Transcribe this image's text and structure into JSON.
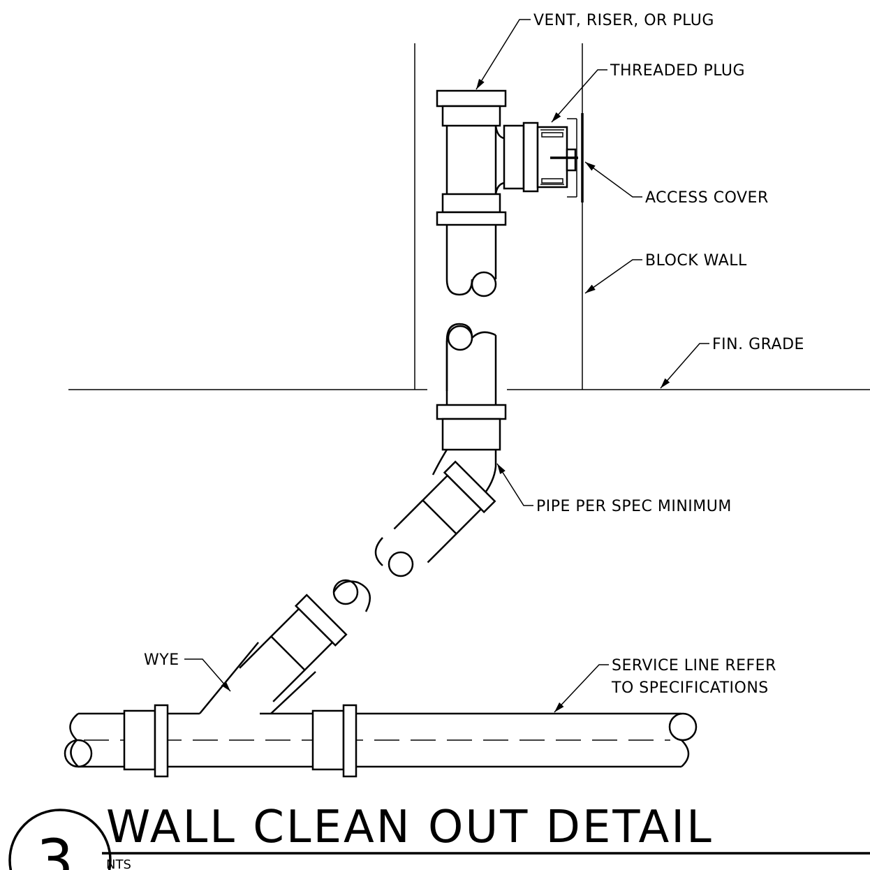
{
  "labels": {
    "vent": "VENT, RISER, OR PLUG",
    "threaded_plug": "THREADED PLUG",
    "access_cover": "ACCESS COVER",
    "block_wall": "BLOCK WALL",
    "fin_grade": "FIN. GRADE",
    "pipe_spec": "PIPE PER SPEC MINIMUM",
    "wye": "WYE",
    "service_line_1": "SERVICE LINE REFER",
    "service_line_2": "TO SPECIFICATIONS"
  },
  "title_block": {
    "number": "3",
    "title": "WALL CLEAN OUT DETAIL",
    "scale": "NTS"
  }
}
